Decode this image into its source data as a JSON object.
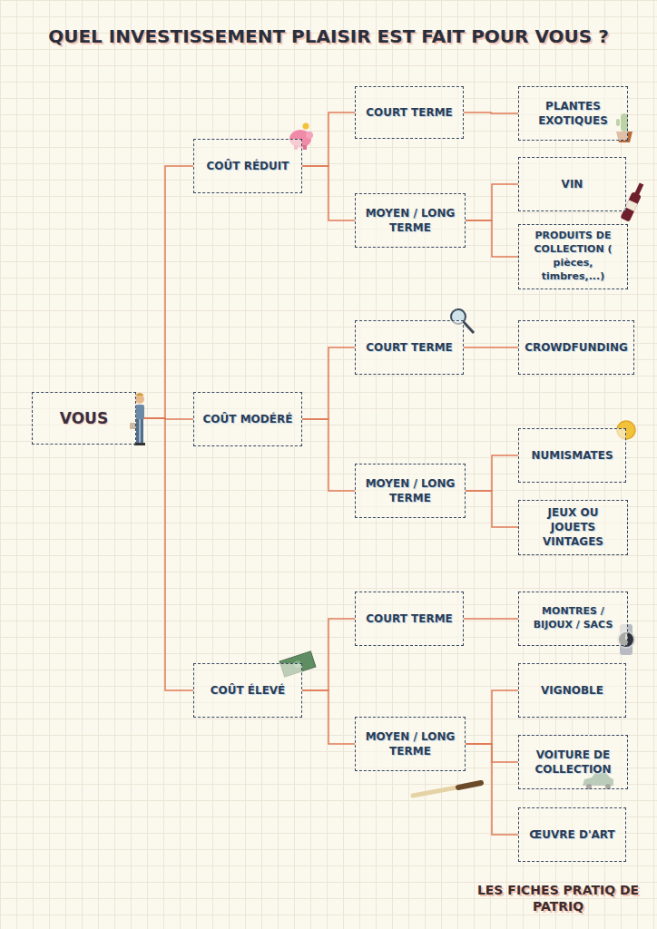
{
  "diagram": {
    "title": "QUEL INVESTISSEMENT PLAISIR EST FAIT POUR VOUS ?",
    "caption": "LES FICHES PRATIQ DE PATRIQ",
    "nodes": [
      {
        "text": [
          "VOUS"
        ]
      },
      {
        "text": [
          "COÛT RÉDUIT"
        ]
      },
      {
        "text": [
          "COURT TERME"
        ]
      },
      {
        "text": [
          "PLANTES EXOTIQUES"
        ]
      },
      {
        "text": [
          "MOYEN / LONG TERME"
        ]
      },
      {
        "text": [
          "VIN"
        ]
      },
      {
        "text": [
          "PRODUITS DE COLLECTION ( pièces, timbres,...)"
        ]
      },
      {
        "text": [
          "COÛT MODÉRÉ"
        ]
      },
      {
        "text": [
          "COURT TERME"
        ]
      },
      {
        "text": [
          "CROWDFUNDING"
        ]
      },
      {
        "text": [
          "MOYEN / LONG TERME"
        ]
      },
      {
        "text": [
          "NUMISMATES"
        ]
      },
      {
        "text": [
          "JEUX OU JOUETS VINTAGES"
        ]
      },
      {
        "text": [
          "COÛT ÉLEVÉ"
        ]
      },
      {
        "text": [
          "COURT TERME"
        ]
      },
      {
        "text": [
          "MONTRES / BIJOUX / SACS"
        ]
      },
      {
        "text": [
          "MOYEN / LONG TERME"
        ]
      },
      {
        "text": [
          "VIGNOBLE"
        ]
      },
      {
        "text": [
          "VOITURE DE COLLECTION"
        ]
      },
      {
        "text": [
          "ŒUVRE D'ART"
        ]
      }
    ],
    "edges": [
      {
        "from": 0,
        "to": 1,
        "arrow": "none"
      },
      {
        "from": 0,
        "to": 7,
        "arrow": "none"
      },
      {
        "from": 0,
        "to": 13,
        "arrow": "none"
      },
      {
        "from": 1,
        "to": 2,
        "arrow": "none"
      },
      {
        "from": 1,
        "to": 4,
        "arrow": "none"
      },
      {
        "from": 2,
        "to": 3,
        "arrow": "none"
      },
      {
        "from": 4,
        "to": 5,
        "arrow": "none"
      },
      {
        "from": 4,
        "to": 6,
        "arrow": "none"
      },
      {
        "from": 7,
        "to": 8,
        "arrow": "none"
      },
      {
        "from": 7,
        "to": 10,
        "arrow": "none"
      },
      {
        "from": 8,
        "to": 9,
        "arrow": "none"
      },
      {
        "from": 10,
        "to": 11,
        "arrow": "none"
      },
      {
        "from": 10,
        "to": 12,
        "arrow": "none"
      },
      {
        "from": 13,
        "to": 14,
        "arrow": "none"
      },
      {
        "from": 13,
        "to": 16,
        "arrow": "none"
      },
      {
        "from": 14,
        "to": 15,
        "arrow": "none"
      },
      {
        "from": 16,
        "to": 17,
        "arrow": "none"
      },
      {
        "from": 16,
        "to": 18,
        "arrow": "none"
      },
      {
        "from": 16,
        "to": 19,
        "arrow": "none"
      }
    ]
  }
}
